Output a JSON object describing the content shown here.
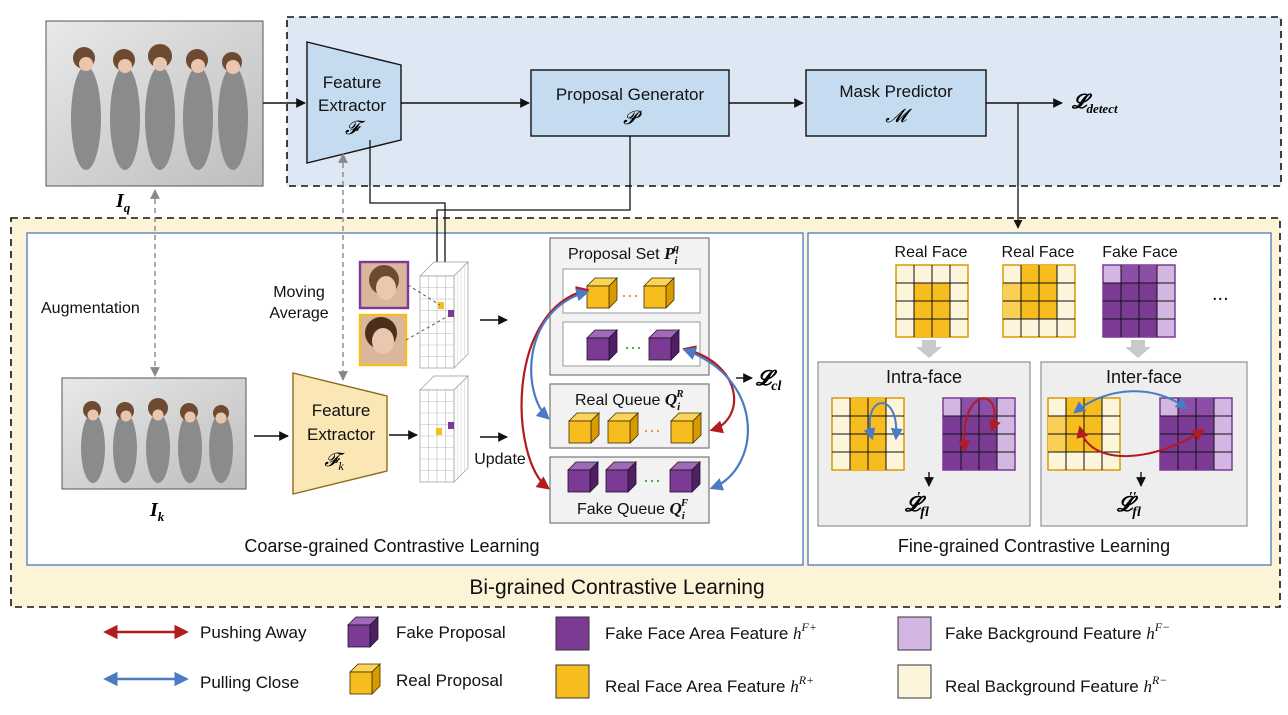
{
  "top_pipeline": {
    "query_image_label": "I",
    "query_image_sub": "q",
    "feature_extractor": {
      "line1": "Feature",
      "line2": "Extractor",
      "symbol": "𝓕"
    },
    "proposal_generator": {
      "label": "Proposal Generator",
      "symbol": "𝓟"
    },
    "mask_predictor": {
      "label": "Mask Predictor",
      "symbol": "𝓜"
    },
    "loss_detect": {
      "main": "𝓛",
      "sub": "detect"
    }
  },
  "coarse": {
    "augmentation": "Augmentation",
    "moving_average_1": "Moving",
    "moving_average_2": "Average",
    "key_image_label": "I",
    "key_image_sub": "k",
    "feature_extractor_k": {
      "line1": "Feature",
      "line2": "Extractor",
      "symbol": "𝓕",
      "sub": "k"
    },
    "update": "Update",
    "proposal_set": {
      "label": "Proposal Set ",
      "sym": "P",
      "sub": "i",
      "sup": "q"
    },
    "real_queue": {
      "label": "Real Queue ",
      "sym": "Q",
      "sub": "i",
      "sup": "R"
    },
    "fake_queue": {
      "label": "Fake Queue ",
      "sym": "Q",
      "sub": "i",
      "sup": "F"
    },
    "loss_cl": {
      "main": "𝓛",
      "sub": "cl"
    },
    "ellipsis": "···",
    "title": "Coarse-grained Contrastive Learning"
  },
  "fine": {
    "real_face_1": "Real Face",
    "real_face_2": "Real Face",
    "fake_face": "Fake Face",
    "more": "...",
    "intra_face": "Intra-face",
    "inter_face": "Inter-face",
    "loss_fl_1": {
      "main": "𝓛",
      "sub": "fl",
      "sup": "′"
    },
    "loss_fl_2": {
      "main": "𝓛",
      "sub": "fl",
      "sup": "′′"
    },
    "title": "Fine-grained Contrastive Learning"
  },
  "bigrained_title": "Bi-grained Contrastive Learning",
  "legend": {
    "pushing_away": "Pushing Away",
    "pulling_close": "Pulling Close",
    "fake_proposal": "Fake Proposal",
    "real_proposal": "Real Proposal",
    "fake_face_area": {
      "label": "Fake Face Area Feature ",
      "sym": "h",
      "sup": "F+"
    },
    "real_face_area": {
      "label": "Real Face Area Feature ",
      "sym": "h",
      "sup": "R+"
    },
    "fake_background": {
      "label": "Fake Background Feature ",
      "sym": "h",
      "sup": "F−"
    },
    "real_background": {
      "label": "Real Background Feature ",
      "sym": "h",
      "sup": "R−"
    }
  },
  "colors": {
    "top_bg": "#dde8f4",
    "bottom_bg": "#fdf3d6",
    "box_blue": "#c5dcf0",
    "extractor_k": "#fbe6b6",
    "real_orange": "#f7bc1e",
    "fake_purple": "#7b3b94",
    "fake_bg_light": "#d3b6e1",
    "real_bg_light": "#fcf5dc",
    "push_red": "#b21b1f",
    "pull_blue": "#4a7bc4"
  }
}
